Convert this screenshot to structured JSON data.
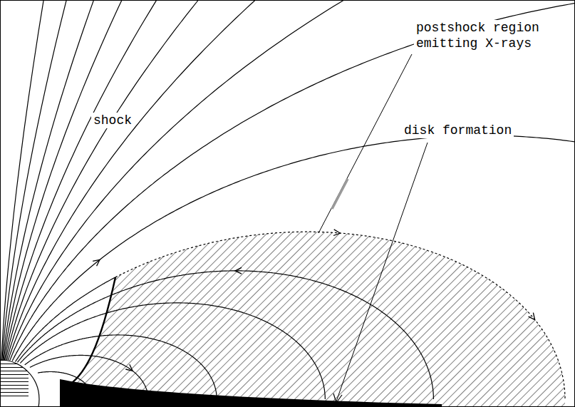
{
  "diagram": {
    "labels": [
      "shock",
      "postshock region emitting X-rays",
      "disk formation"
    ]
  }
}
